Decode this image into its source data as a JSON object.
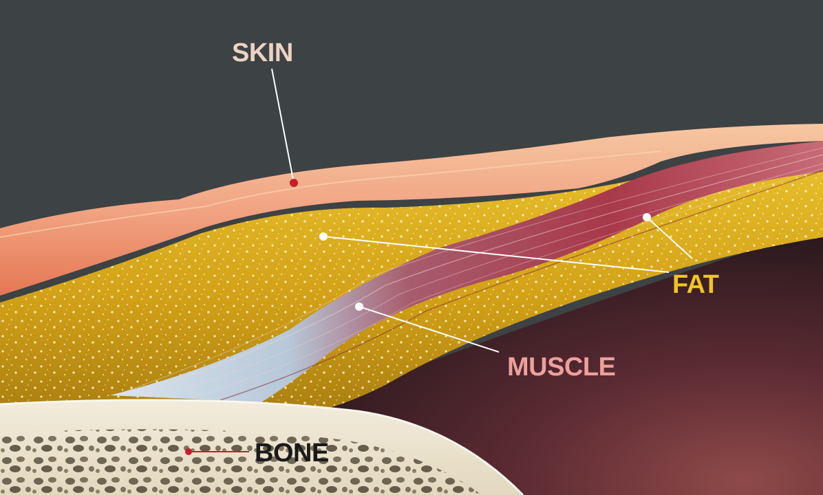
{
  "labels": {
    "skin": "SKIN",
    "fat": "FAT",
    "muscle": "MUSCLE",
    "bone": "BONE"
  },
  "colors": {
    "background": "#3d4244",
    "skin_label": "#ecd3c2",
    "fat_label": "#efc420",
    "muscle_label": "#eda09c",
    "bone_label": "#1a1a1a",
    "skin_tissue": "#f1a483",
    "fat_tissue": "#d8a71a",
    "muscle_tissue": "#a53a48",
    "tendon": "#c9d6e2",
    "bone_tissue": "#eee6d5",
    "cavity": "#5a2a32",
    "marker_red": "#c61f2a",
    "marker_white": "#ffffff"
  }
}
